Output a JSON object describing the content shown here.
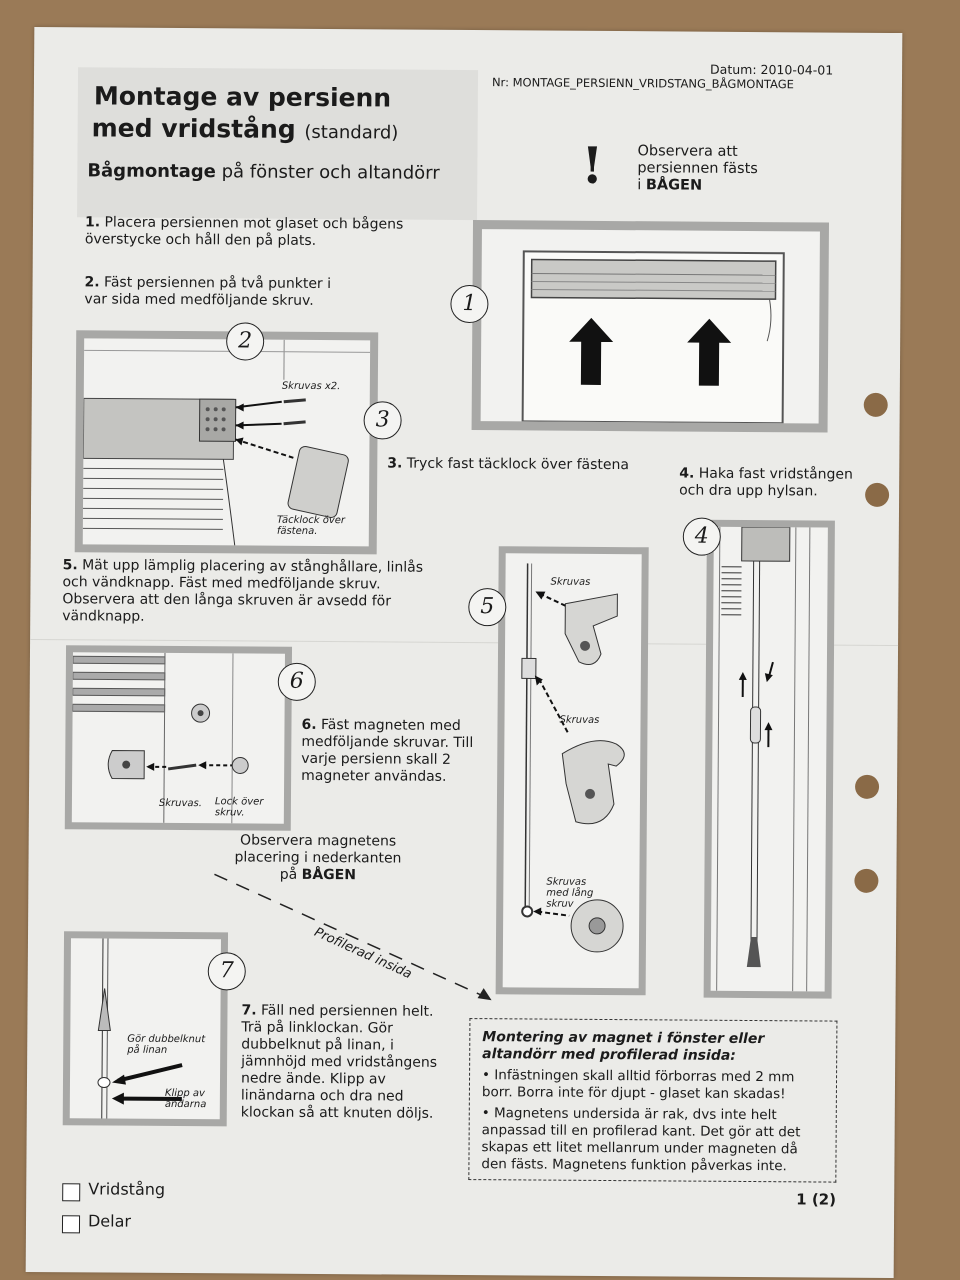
{
  "header": {
    "datum": "Datum: 2010-04-01",
    "nr": "Nr: MONTAGE_PERSIENN_VRIDSTANG_BÅGMONTAGE",
    "title_line1": "Montage av persienn",
    "title_line2": "med vridstång",
    "title_suffix": "(standard)",
    "subtitle_bold": "Bågmontage",
    "subtitle_rest": "på fönster och altandörr"
  },
  "notice": {
    "line1": "Observera att",
    "line2": "persiennen fästs",
    "line3_prefix": "i",
    "line3_bold": "BÅGEN"
  },
  "steps": {
    "s1_num": "1.",
    "s1_text": "Placera persiennen mot glaset och bågens överstycke och håll den på plats.",
    "s2_num": "2.",
    "s2_text": "Fäst persiennen på två punkter i var sida med medföljande skruv.",
    "s3_num": "3.",
    "s3_text": "Tryck fast täcklock över fästena",
    "s4_num": "4.",
    "s4_text": "Haka fast vridstången och dra upp hylsan.",
    "s5_num": "5.",
    "s5_text": "Mät upp lämplig placering av stånghållare, linlås och vändknapp. Fäst med medföljande skruv. Observera att den långa skruven är avsedd för vändknapp.",
    "s6_num": "6.",
    "s6_text": "Fäst magneten med medföljande skruvar. Till varje persienn skall 2 magneter användas.",
    "s7_num": "7.",
    "s7_text": "Fäll ned persiennen helt. Trä på linklockan. Gör dubbelknut på linan, i jämnhöjd med vridstångens nedre ände. Klipp av linändarna och dra ned klockan så att knuten döljs."
  },
  "figure_numbers": [
    "1",
    "2",
    "3",
    "4",
    "5",
    "6",
    "7"
  ],
  "figure_labels": {
    "skruvas_x2": "Skruvas x2.",
    "tacklock": "Täcklock över fästena.",
    "skruvas": "Skruvas",
    "skruvas_dot": "Skruvas.",
    "skruvas_lang": "Skruvas med lång skruv",
    "lock_over": "Lock över skruv.",
    "dubbelknut": "Gör dubbelknut på linan",
    "klipp": "Klipp av ändarna"
  },
  "magnet_note": {
    "line1": "Observera magnetens",
    "line2": "placering i nederkanten",
    "line3_prefix": "på",
    "line3_bold": "BÅGEN",
    "profilerad": "Profilerad insida"
  },
  "mount_box": {
    "title": "Montering av magnet i fönster eller altandörr med profilerad insida:",
    "bullet1": "• Infästningen skall alltid förborras med 2 mm borr. Borra inte för djupt - glaset kan skadas!",
    "bullet2": "• Magnetens undersida är rak, dvs inte helt anpassad till en profilerad kant. Det gör att det skapas ett litet mellanrum under magneten då den fästs. Magnetens funktion påverkas inte."
  },
  "checklist": [
    "Vridstång",
    "Delar"
  ],
  "page": "1 (2)",
  "colors": {
    "paper": "#ebebe8",
    "table": "#9a7a57",
    "frame": "#a8a8a6",
    "ink": "#1b1b1b"
  }
}
